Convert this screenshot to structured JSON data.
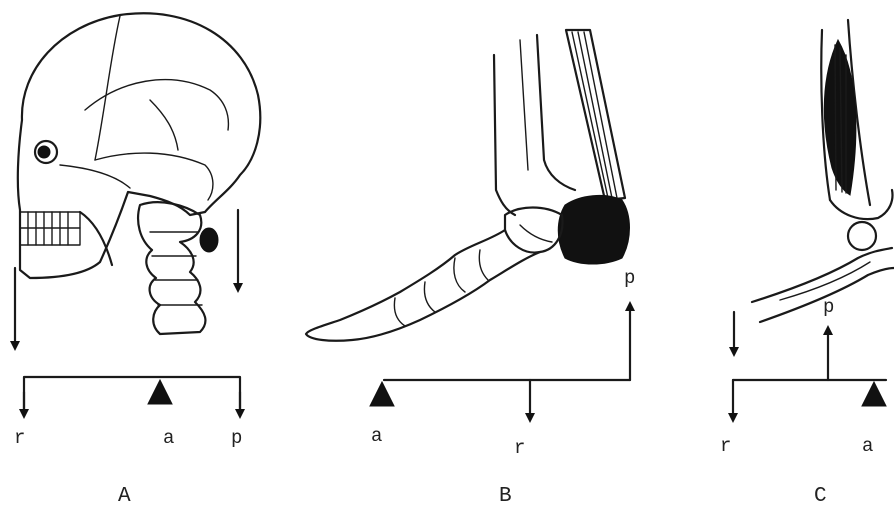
{
  "panels": [
    {
      "id": "A",
      "caption": "A",
      "labels": {
        "r": "r",
        "a": "a",
        "p": "p"
      }
    },
    {
      "id": "B",
      "caption": "B",
      "labels": {
        "a": "a",
        "r": "r",
        "p": "p"
      }
    },
    {
      "id": "C",
      "caption": "C",
      "labels": {
        "r": "r",
        "a": "a",
        "p": "p"
      }
    }
  ]
}
